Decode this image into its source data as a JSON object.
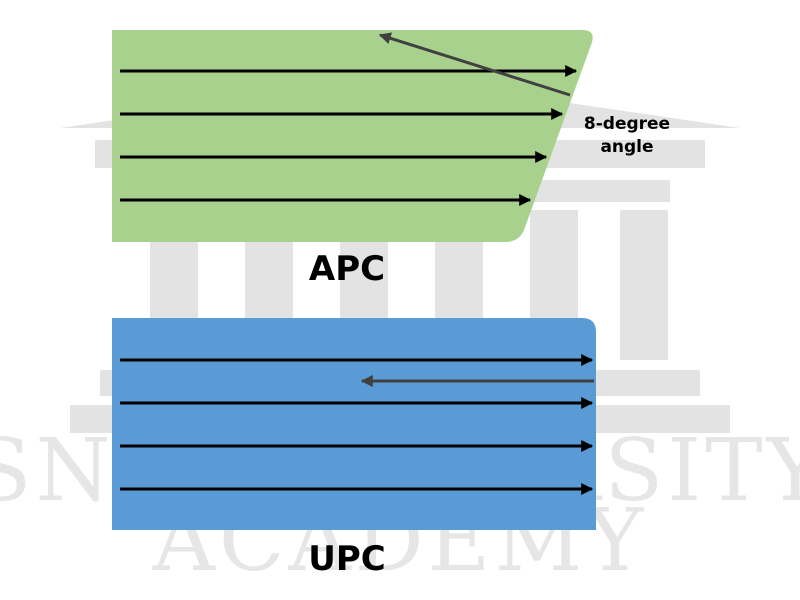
{
  "watermark": {
    "line1": "SNS UNIVERSITY",
    "line2": "ACADEMY",
    "color": "#e3e3e3"
  },
  "apc": {
    "label": "APC",
    "fill": "#a9d18e",
    "annotation_line1": "8-degree",
    "annotation_line2": "angle"
  },
  "upc": {
    "label": "UPC",
    "fill": "#5b9bd5"
  },
  "colors": {
    "ray": "#000000",
    "reflection": "#404040"
  }
}
